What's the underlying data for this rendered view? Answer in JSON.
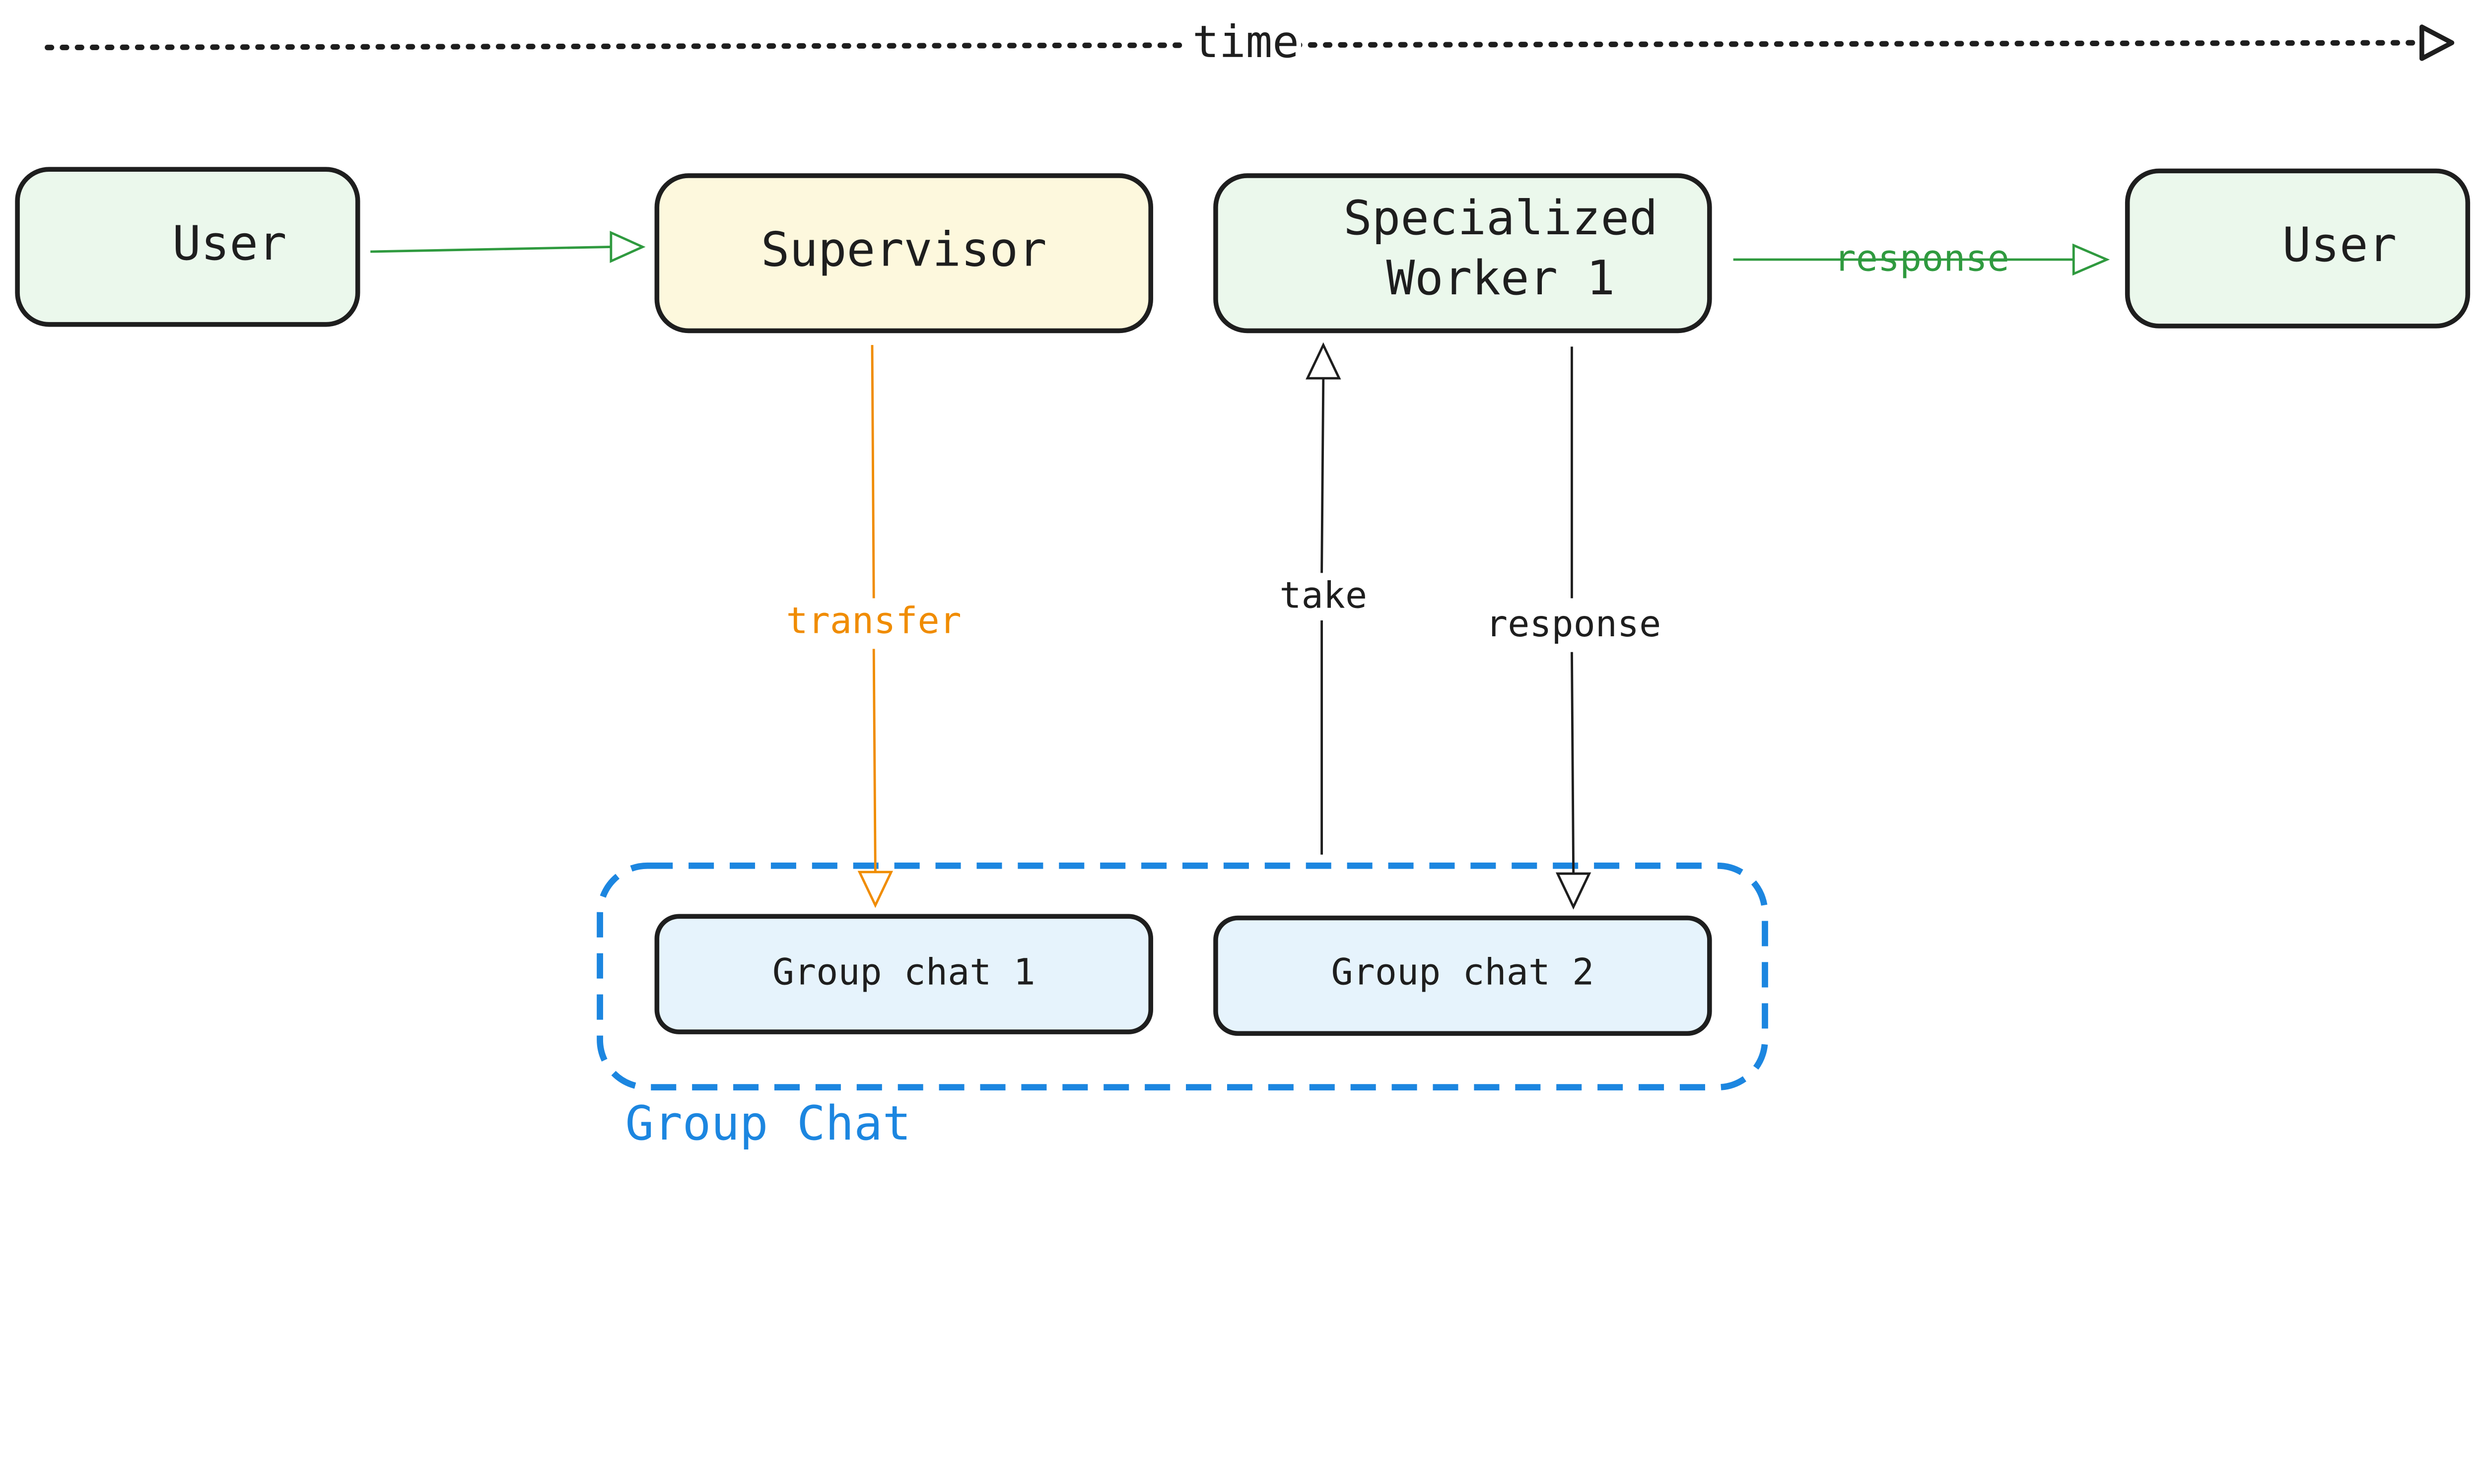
{
  "timeline": {
    "label": "time"
  },
  "nodes": {
    "user_start": "User",
    "supervisor": "Supervisor",
    "worker_line1": "Specialized",
    "worker_line2": "Worker 1",
    "user_end": "User",
    "group_chat_1": "Group chat 1",
    "group_chat_2": "Group chat 2"
  },
  "group": {
    "label": "Group Chat"
  },
  "edges": {
    "transfer": "transfer",
    "take": "take",
    "response_down": "response",
    "response_right": "response"
  },
  "colors": {
    "green_fill": "#EBF8EC",
    "yellow_fill": "#FDF8DD",
    "blue_fill": "#E6F3FC",
    "green_arrow": "#2F9A3F",
    "orange_arrow": "#F08C00",
    "group_blue": "#1C86E0",
    "stroke": "#1e1e1e"
  }
}
